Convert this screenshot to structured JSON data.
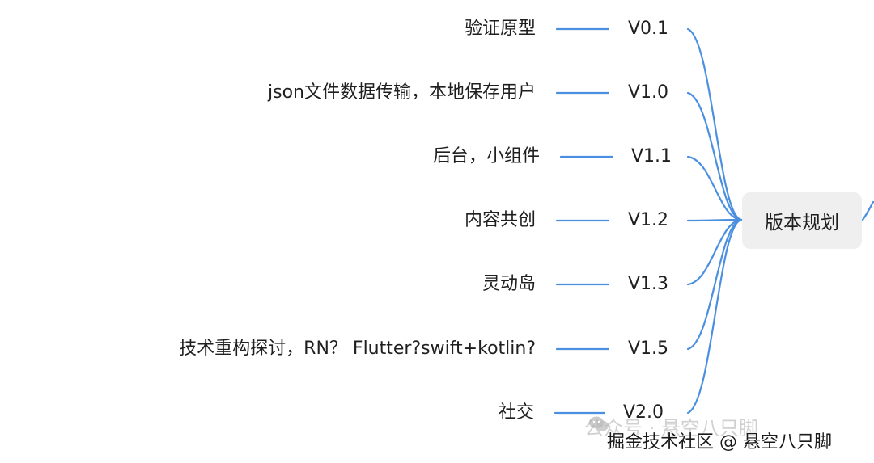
{
  "diagram": {
    "root": {
      "label": "版本规划"
    },
    "branches": [
      {
        "version": "V0.1",
        "label": "验证原型"
      },
      {
        "version": "V1.0",
        "label": "json文件数据传输，本地保存用户"
      },
      {
        "version": "V1.1",
        "label": "后台，小组件"
      },
      {
        "version": "V1.2",
        "label": "内容共创"
      },
      {
        "version": "V1.3",
        "label": "灵动岛"
      },
      {
        "version": "V1.5",
        "label": "技术重构探讨，RN？ Flutter?swift+kotlin?"
      },
      {
        "version": "V2.0",
        "label": "社交"
      }
    ],
    "edge_color": "#4a8fe0",
    "node_fill": "#efefef"
  },
  "watermark": {
    "ghost_text": "公众号 · 悬空八只脚",
    "text": "掘金技术社区 @ 悬空八只脚",
    "icon": "wechat-icon"
  }
}
